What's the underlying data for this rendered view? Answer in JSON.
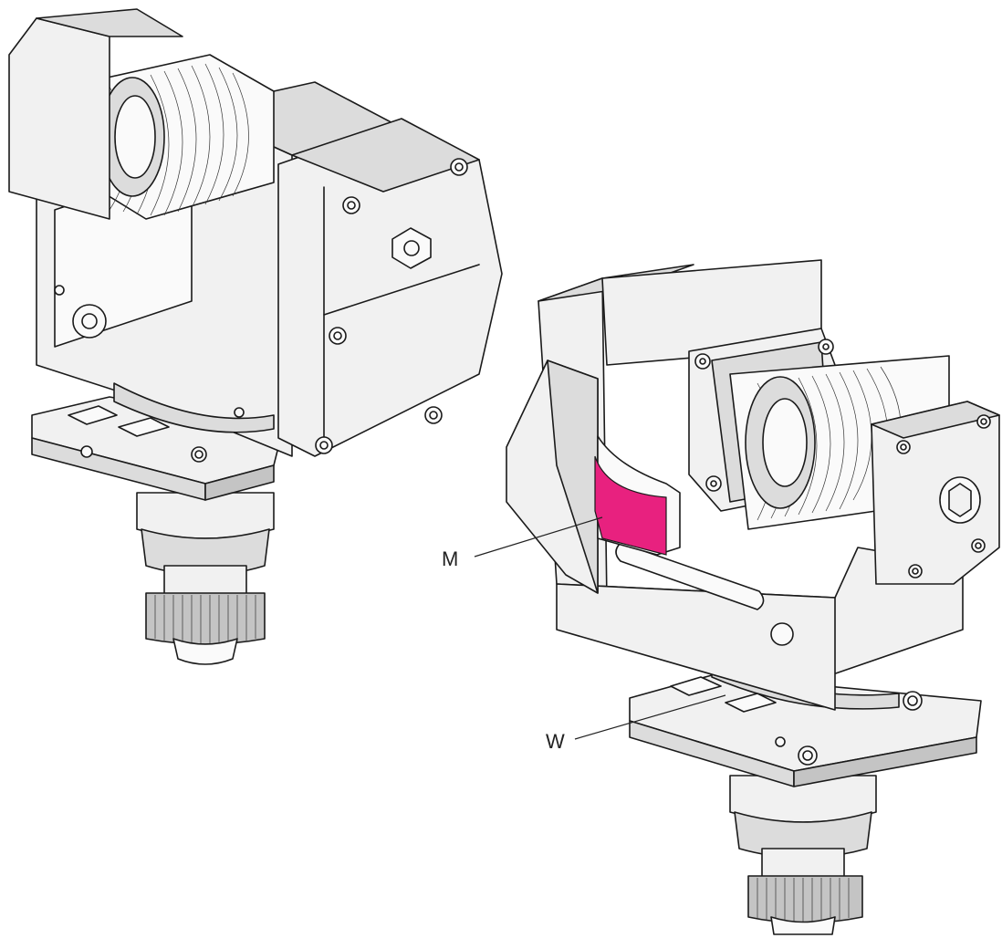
{
  "figure": {
    "callouts": [
      {
        "id": "M",
        "label": "M"
      },
      {
        "id": "W",
        "label": "W"
      }
    ]
  },
  "colors": {
    "highlight": "#e8217f",
    "line": "#1a1a1a",
    "face_light": "#f1f1f1",
    "face_mid": "#dcdcdc",
    "face_dark": "#c4c4c4"
  },
  "icons": {
    "left_unit": "angle-head-tool-holder-drawing",
    "right_unit": "angle-head-tool-holder-drawing"
  }
}
